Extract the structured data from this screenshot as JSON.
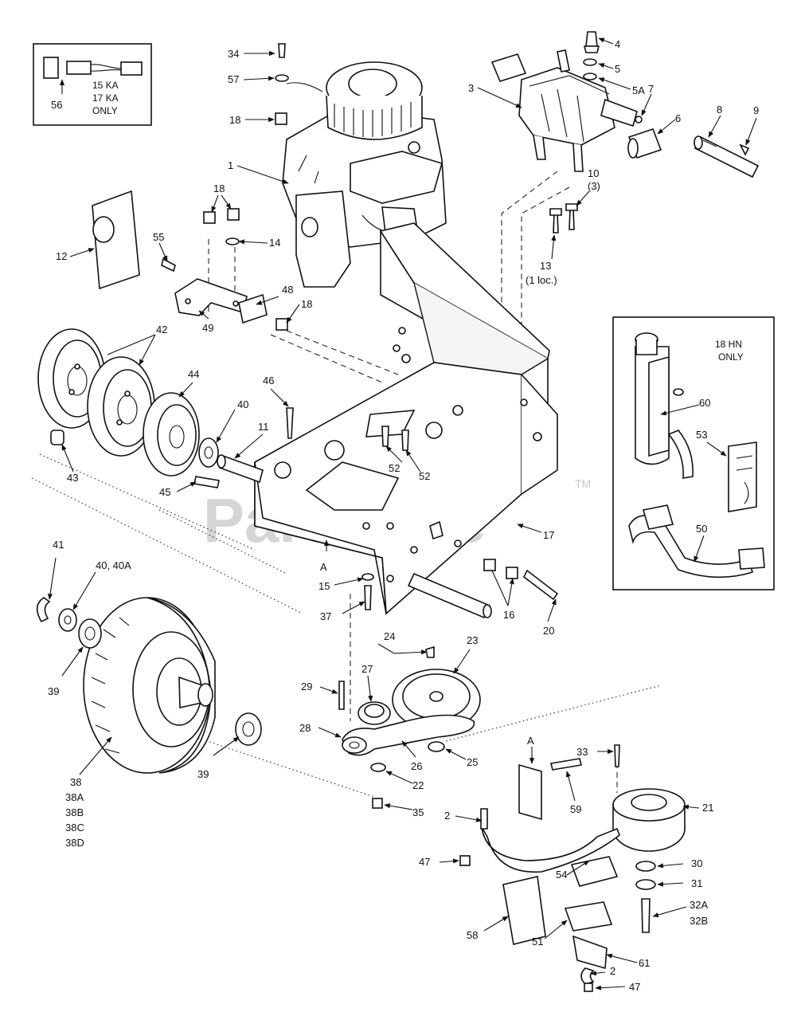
{
  "watermark": {
    "text": "PartsTree",
    "tm": "TM"
  },
  "insets": {
    "plug_note": [
      "15 KA",
      "17 KA",
      "ONLY"
    ],
    "muffler_note": [
      "18 HN",
      "ONLY"
    ]
  },
  "labels": {
    "l1": "1",
    "l2a": "2",
    "l2b": "2",
    "l3": "3",
    "l4": "4",
    "l5": "5",
    "l5a": "5A",
    "l6": "6",
    "l7": "7",
    "l8": "8",
    "l9": "9",
    "l10": "10",
    "l10q": "(3)",
    "l11": "11",
    "l12": "12",
    "l13": "13",
    "l13n": "(1 loc.)",
    "l14": "14",
    "l15": "15",
    "l16": "16",
    "l17": "17",
    "l18a": "18",
    "l18b": "18",
    "l18c": "18",
    "l20": "20",
    "l21": "21",
    "l22": "22",
    "l23": "23",
    "l24": "24",
    "l25": "25",
    "l26": "26",
    "l27": "27",
    "l28": "28",
    "l29": "29",
    "l30": "30",
    "l31": "31",
    "l32a": "32A",
    "l32b": "32B",
    "l33": "33",
    "l34": "34",
    "l35": "35",
    "l37": "37",
    "l38": "38",
    "l38a": "38A",
    "l38b": "38B",
    "l38c": "38C",
    "l38d": "38D",
    "l39a": "39",
    "l39b": "39",
    "l40": "40",
    "l40b": "40, 40A",
    "l41": "41",
    "l42": "42",
    "l43": "43",
    "l44": "44",
    "l45": "45",
    "l46": "46",
    "l47a": "47",
    "l47b": "47",
    "l48": "48",
    "l49": "49",
    "l50": "50",
    "l51": "51",
    "l52a": "52",
    "l52b": "52",
    "l53": "53",
    "l54": "54",
    "l55": "55",
    "l56": "56",
    "l57": "57",
    "l58": "58",
    "l59": "59",
    "l60": "60",
    "l61": "61",
    "lA1": "A",
    "lA2": "A"
  }
}
